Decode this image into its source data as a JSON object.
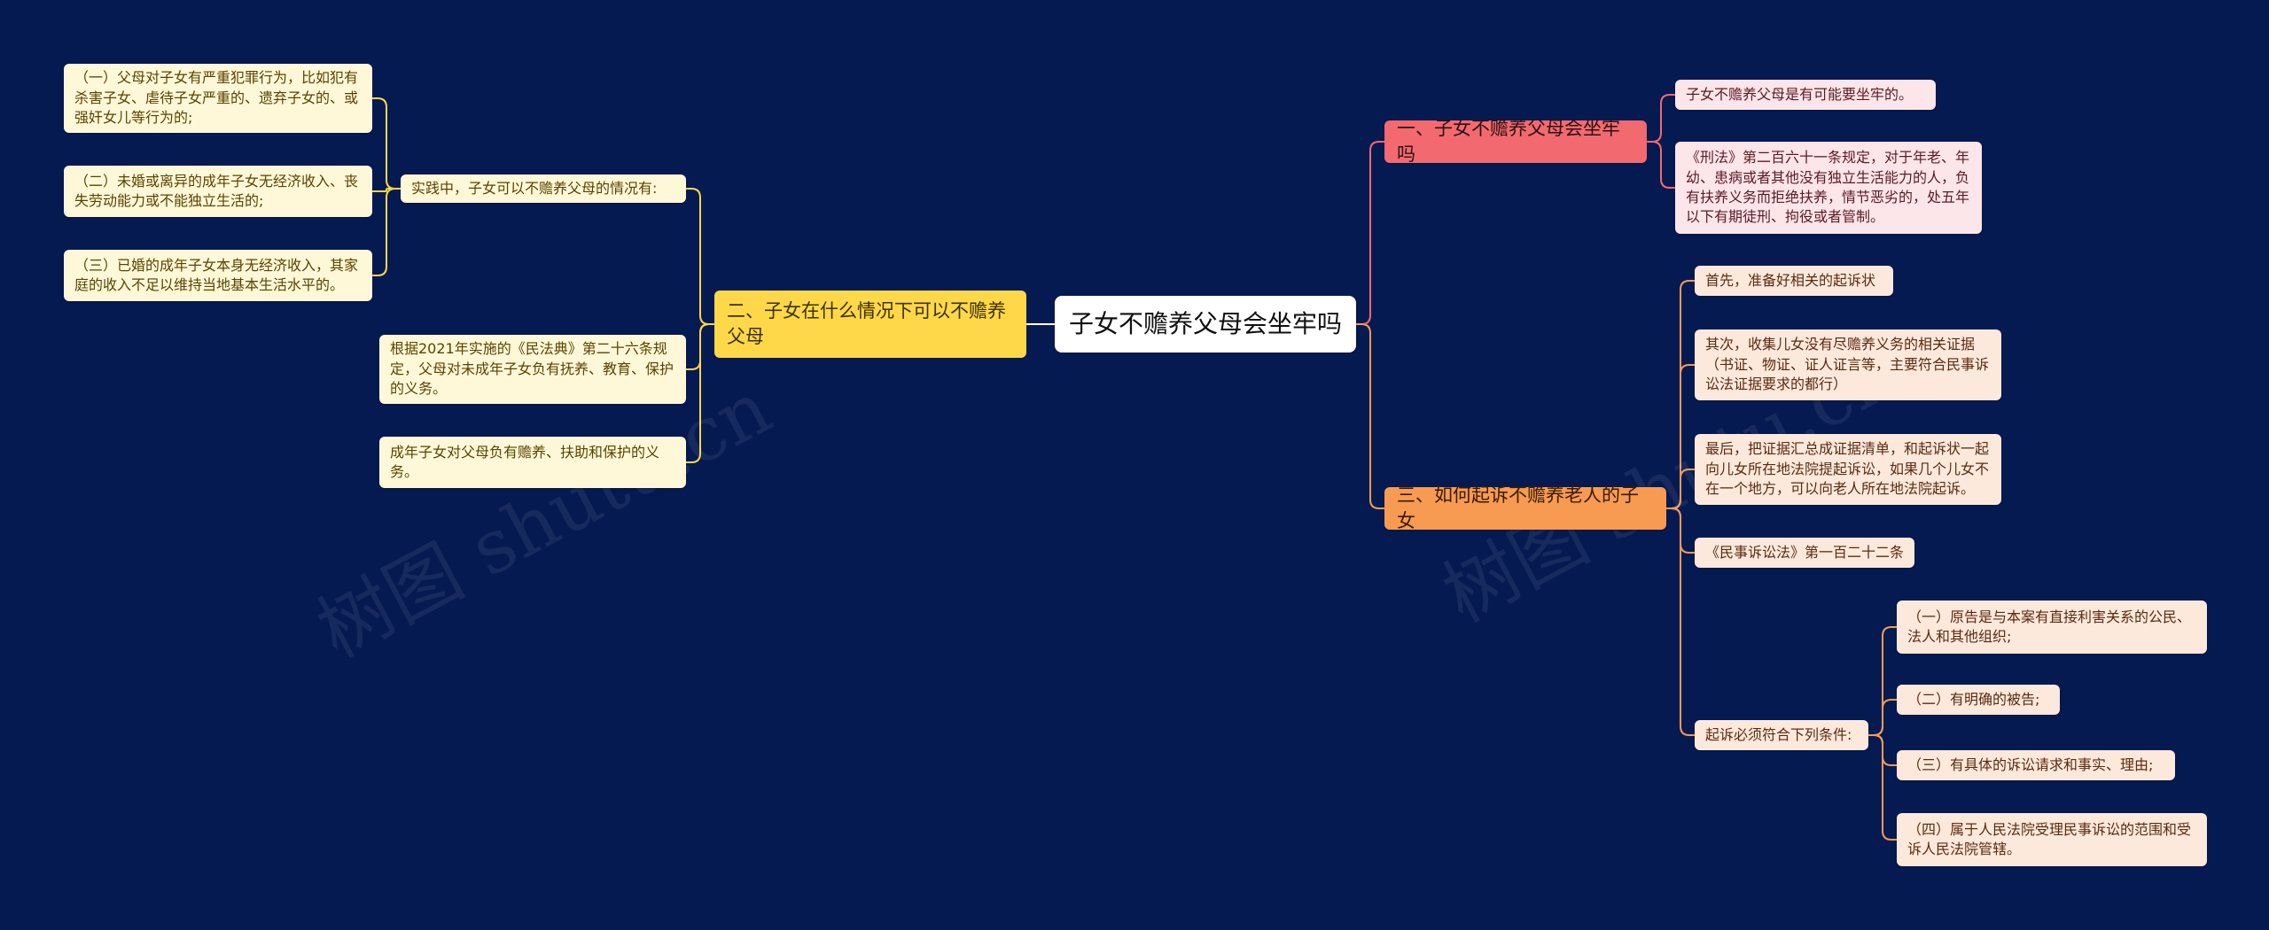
{
  "root": "子女不赡养父母会坐牢吗",
  "colors": {
    "background": "#061a52",
    "red_branch": "#f26a6f",
    "yellow_branch": "#ffd84a",
    "orange_branch": "#f79b52"
  },
  "branches": {
    "b1": {
      "title": "一、子女不赡养父母会坐牢吗",
      "leaves": [
        "子女不赡养父母是有可能要坐牢的。",
        "《刑法》第二百六十一条规定，对于年老、年幼、患病或者其他没有独立生活能力的人，负有扶养义务而拒绝扶养，情节恶劣的，处五年以下有期徒刑、拘役或者管制。"
      ]
    },
    "b2": {
      "title": "二、子女在什么情况下可以不赡养父母",
      "sub": "实践中，子女可以不赡养父母的情况有:",
      "sub_items": [
        "（一）父母对子女有严重犯罪行为，比如犯有杀害子女、虐待子女严重的、遗弃子女的、或强奸女儿等行为的;",
        "（二）未婚或离异的成年子女无经济收入、丧失劳动能力或不能独立生活的;",
        "（三）已婚的成年子女本身无经济收入，其家庭的收入不足以维持当地基本生活水平的。"
      ],
      "leaves": [
        "根据2021年实施的《民法典》第二十六条规定，父母对未成年子女负有抚养、教育、保护的义务。",
        "成年子女对父母负有赡养、扶助和保护的义务。"
      ]
    },
    "b3": {
      "title": "三、如何起诉不赡养老人的子女",
      "leaves": [
        "首先，准备好相关的起诉状",
        "其次，收集儿女没有尽赡养义务的相关证据（书证、物证、证人证言等，主要符合民事诉讼法证据要求的都行）",
        "最后，把证据汇总成证据清单，和起诉状一起向儿女所在地法院提起诉讼，如果几个儿女不在一个地方，可以向老人所在地法院起诉。",
        "《民事诉讼法》第一百二十二条"
      ],
      "sub": "起诉必须符合下列条件:",
      "sub_items": [
        "（一）原告是与本案有直接利害关系的公民、法人和其他组织;",
        "（二）有明确的被告;",
        "（三）有具体的诉讼请求和事实、理由;",
        "（四）属于人民法院受理民事诉讼的范围和受诉人民法院管辖。"
      ]
    }
  },
  "watermark": [
    "树图 shutu.cn",
    "树图 shutu.cn"
  ]
}
